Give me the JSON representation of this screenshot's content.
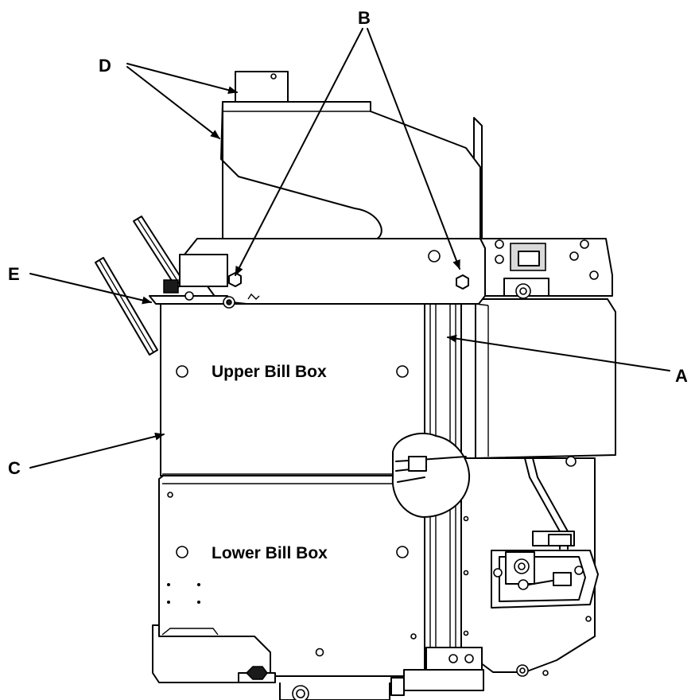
{
  "callouts": {
    "a": "A",
    "b": "B",
    "c": "C",
    "d": "D",
    "e": "E"
  },
  "boxes": {
    "upper": "Upper Bill Box",
    "lower": "Lower Bill Box"
  }
}
